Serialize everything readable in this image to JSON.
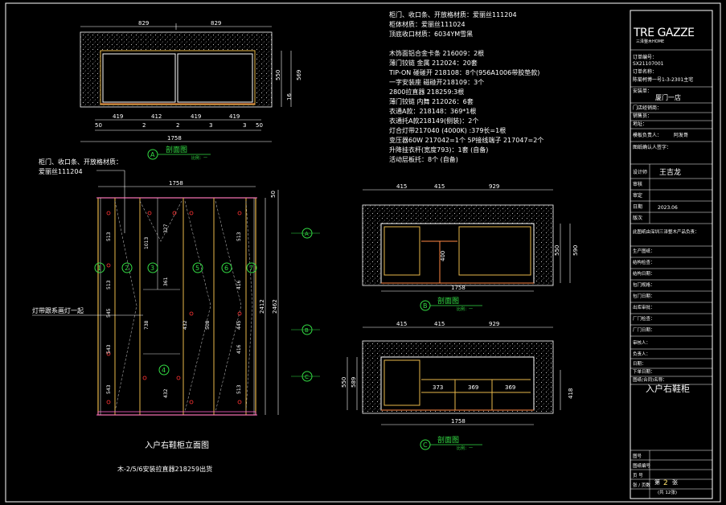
{
  "colors": {
    "background": "#000000",
    "frame": "#ffffff",
    "cabinet_line": "#e8b84a",
    "panel_line": "#d8d8d8",
    "dim_line": "#f0f0f0",
    "grid_line": "#ff66cc",
    "hatch_dot": "#bdbdbd",
    "label_green": "#33dd44",
    "text_white": "#ffffff",
    "text_yellow": "#ffe26a",
    "red_mark": "#ff3333",
    "dashed_cyan": "#55ccff"
  },
  "notes": {
    "lines": [
      "柜门、收口条、开放格材质：爱丽丝111204",
      "柜体材质：爱丽丝111024",
      "顶底收口材质：6034YM雪黑",
      "",
      "木饰面铝合金卡条  216009：2根",
      "薄门铰链 金属 212024：20套",
      "TIP-ON  碰碰开 218108：8个(956A1006带胶垫款)",
      "一字安装座 磁碰开218109：3个",
      "2800拉直器 218259:3根",
      "薄门铰链 内舞 212026：6套",
      "衣通A款：218148：369*1根",
      "衣通托A款218149(侧装)：2个",
      "灯合灯带217040  (4000K)  :379长=1根",
      "变压器60W 217042=1个   5P接线端子 217047=2个",
      "升降挂衣杆(宽度793)：1套 (自备)",
      "活动层板托：8个 (自备)"
    ]
  },
  "section_a": {
    "top_dims": [
      "829",
      "829"
    ],
    "bottom_dims": [
      "50",
      "419",
      "2",
      "412",
      "2",
      "419",
      "3",
      "419",
      "3",
      "50"
    ],
    "side_dims": [
      "550",
      "569",
      "16"
    ],
    "total_width": "1758",
    "callout": "A",
    "title": "剖面图",
    "scale": "比例：一"
  },
  "elevation": {
    "material_note_1": "柜门、收口条、开放格材质：",
    "material_note_2": "爱丽丝111204",
    "top_dim": "1758",
    "section_numbers": [
      "1",
      "2",
      "3",
      "4",
      "5",
      "6",
      "7"
    ],
    "circle_4": "4",
    "height_dims": [
      "2412",
      "2462",
      "50"
    ],
    "shelf_dims_left": [
      "513",
      "513",
      "545",
      "543",
      "543"
    ],
    "shelf_dims_mid": [
      "1013",
      "327",
      "361",
      "738",
      "432",
      "432"
    ],
    "shelf_dims_right": [
      "513",
      "416",
      "445",
      "416",
      "513",
      "508"
    ],
    "label_lamp": "灯带跟系画灯一起",
    "title": "入户右鞋柜立面图",
    "subnote": "木-2/5/6安装拉直器218259出货",
    "section_markers": [
      "A",
      "B",
      "C"
    ]
  },
  "section_b": {
    "top_dims": [
      "415",
      "415",
      "929"
    ],
    "inner_dim": "400",
    "side_dims": [
      "550",
      "590"
    ],
    "total_width": "1758",
    "callout": "B",
    "title": "剖面图",
    "scale": "比例：一"
  },
  "section_c": {
    "top_dims": [
      "415",
      "415",
      "929"
    ],
    "inner_dims": [
      "373",
      "369",
      "369"
    ],
    "side_dims": [
      "550",
      "589",
      "418"
    ],
    "total_width": "1758",
    "callout": "C",
    "title": "剖面图",
    "scale": "比例：一"
  },
  "title_block": {
    "logo": "TRE GAZZE",
    "logo_sub": "三泽整木HOME",
    "rows": [
      "订单编号：",
      "SX21107001",
      "订单名称：",
      "陈菊柯博一号1-3-2301主宅",
      "安装单：",
      "厦门一店",
      "门店经销商：",
      "销售员：",
      "地址：",
      "模板负责人：",
      "阿发哥",
      "图纸确认人签字："
    ],
    "designer_label": "设计师",
    "designer": "王吉龙",
    "checker_label": "审核",
    "verifier_label": "审定",
    "date_label": "日期",
    "date": "2023.06",
    "version_label": "版次",
    "form_rows": [
      "此图纸由深圳三泽整木产品负责：",
      "生产图纸：",
      "结构检查：",
      "结构日期：",
      "包门规格：",
      "包门日期：",
      "出库审批：",
      "厂门检查：",
      "厂门日期：",
      "审核人：",
      "负责人：",
      "日期：",
      "下单日期：",
      "图纸(合同)名称："
    ],
    "drawing_name": "入户右鞋柜",
    "bottom_rows": [
      "图号",
      "图纸编号",
      "页 号"
    ],
    "page_label": "第",
    "page_num": "2",
    "page_unit": "张",
    "total_pages": "(共 12张)",
    "total_label": "张 / 页数"
  }
}
